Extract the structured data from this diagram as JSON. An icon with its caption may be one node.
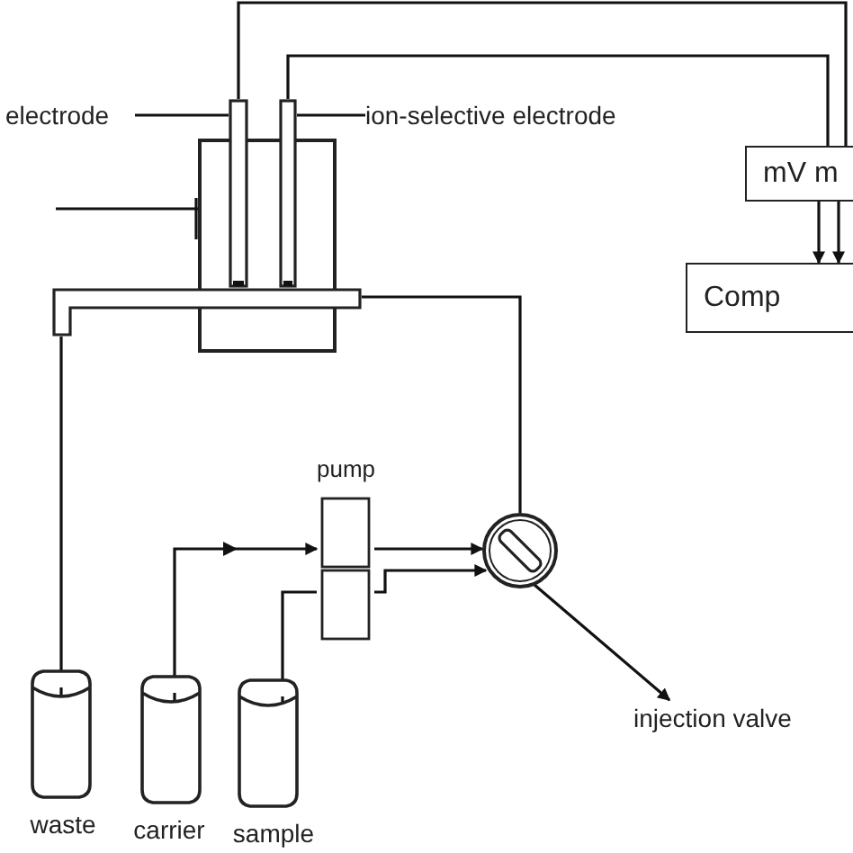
{
  "diagram": {
    "nodes": [
      {
        "text": [
          "electrode"
        ]
      },
      {
        "text": [
          "ion-selective electrode"
        ]
      },
      {
        "text": [
          "mV m"
        ]
      },
      {
        "text": [
          "Comp"
        ]
      },
      {
        "text": [],
        "shape": "box"
      },
      {
        "text": [],
        "shape": "bar"
      },
      {
        "text": [],
        "shape": "bar"
      },
      {
        "text": [],
        "shape": "pipe"
      },
      {
        "text": [
          "pump"
        ]
      },
      {
        "text": [],
        "shape": "circle"
      },
      {
        "text": [
          "injection valve"
        ]
      },
      {
        "text": [
          "waste"
        ]
      },
      {
        "text": [
          "carrier"
        ]
      },
      {
        "text": [
          "sample"
        ]
      }
    ],
    "edges": [
      {
        "from": 0,
        "to": 5,
        "arrow": "none"
      },
      {
        "from": 1,
        "to": 6,
        "arrow": "none"
      },
      {
        "from": 5,
        "to": 2,
        "arrow": "none"
      },
      {
        "from": 6,
        "to": 2,
        "arrow": "none"
      },
      {
        "from": 2,
        "to": 3,
        "arrow": "to"
      },
      {
        "from": 2,
        "to": 3,
        "arrow": "to"
      },
      {
        "from": null,
        "to": 4,
        "arrow": "none"
      },
      {
        "from": 7,
        "to": 11,
        "arrow": "to"
      },
      {
        "from": 12,
        "to": 8,
        "arrow": "to"
      },
      {
        "from": 8,
        "to": 9,
        "arrow": "to"
      },
      {
        "from": 13,
        "to": 8,
        "arrow": "none"
      },
      {
        "from": 8,
        "to": 9,
        "arrow": "to"
      },
      {
        "from": 9,
        "to": 7,
        "arrow": "none"
      },
      {
        "from": 9,
        "to": 10,
        "arrow": "to"
      }
    ]
  }
}
